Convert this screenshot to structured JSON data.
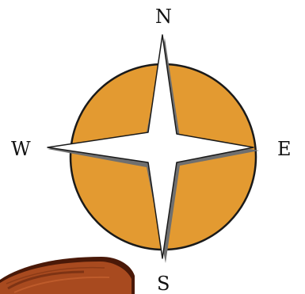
{
  "compass": {
    "north": "N",
    "east": "E",
    "south": "S",
    "west": "W"
  },
  "colors": {
    "dial": "#E39A31",
    "outline": "#1a1a1a",
    "star": "#ffffff",
    "shadow": "#6f6f6f",
    "wood": "#a84a1f",
    "wood_dark": "#5a1e0a"
  }
}
